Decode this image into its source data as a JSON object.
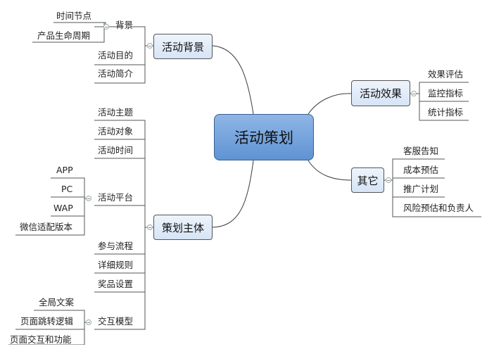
{
  "center": {
    "label": "活动策划"
  },
  "branches": {
    "background": {
      "label": "活动背景",
      "sub_background": "背景",
      "time_node": "时间节点",
      "product_lifecycle": "产品生命周期",
      "purpose": "活动目的",
      "intro": "活动简介"
    },
    "main": {
      "label": "策划主体",
      "theme": "活动主题",
      "target": "活动对象",
      "time": "活动时间",
      "platform": "活动平台",
      "app": "APP",
      "pc": "PC",
      "wap": "WAP",
      "wechat": "微信适配版本",
      "process": "参与流程",
      "rules": "详细规则",
      "prize": "奖品设置",
      "interaction": "交互模型",
      "global_copy": "全局文案",
      "page_jump": "页面跳转逻辑",
      "page_interaction": "页面交互和功能"
    },
    "effect": {
      "label": "活动效果",
      "evaluation": "效果评估",
      "monitor": "监控指标",
      "statistics": "统计指标"
    },
    "other": {
      "label": "其它",
      "customer_notice": "客服告知",
      "cost_estimate": "成本预估",
      "promotion_plan": "推广计划",
      "risk": "风险预估和负责人"
    }
  }
}
